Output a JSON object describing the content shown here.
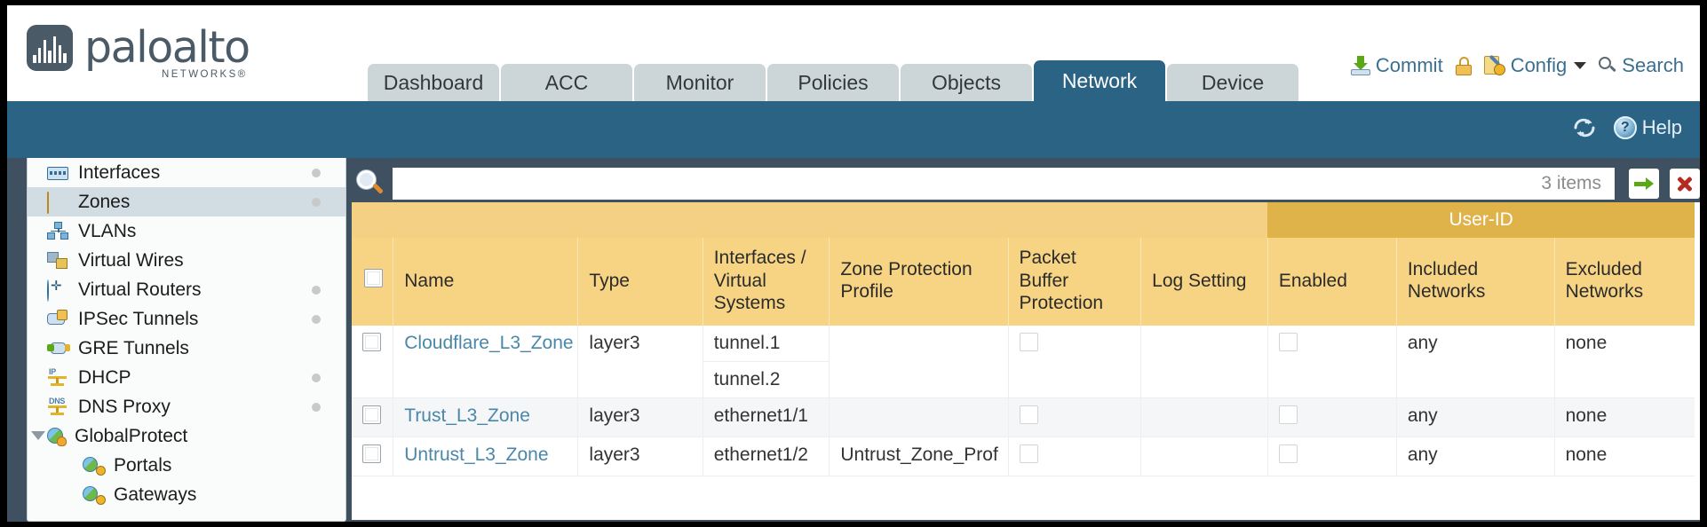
{
  "brand": {
    "name": "paloalto",
    "sub": "NETWORKS®"
  },
  "tabs": [
    {
      "label": "Dashboard",
      "active": false
    },
    {
      "label": "ACC",
      "active": false
    },
    {
      "label": "Monitor",
      "active": false
    },
    {
      "label": "Policies",
      "active": false
    },
    {
      "label": "Objects",
      "active": false
    },
    {
      "label": "Network",
      "active": true
    },
    {
      "label": "Device",
      "active": false
    }
  ],
  "header_actions": {
    "commit": "Commit",
    "config": "Config",
    "search": "Search",
    "lock_icon": "lock-icon",
    "commit_icon": "commit-icon",
    "config_icon": "config-icon",
    "search_icon": "search-icon"
  },
  "band": {
    "refresh_icon": "refresh-icon",
    "help_icon": "help-icon",
    "help": "Help"
  },
  "sidebar": {
    "items": [
      {
        "label": "Interfaces",
        "icon": "interfaces-icon",
        "dot": true,
        "selected": false,
        "child": false,
        "expander": false
      },
      {
        "label": "Zones",
        "icon": "zones-icon",
        "dot": true,
        "selected": true,
        "child": false,
        "expander": false
      },
      {
        "label": "VLANs",
        "icon": "vlans-icon",
        "dot": false,
        "selected": false,
        "child": false,
        "expander": false
      },
      {
        "label": "Virtual Wires",
        "icon": "virtual-wires-icon",
        "dot": false,
        "selected": false,
        "child": false,
        "expander": false
      },
      {
        "label": "Virtual Routers",
        "icon": "virtual-routers-icon",
        "dot": true,
        "selected": false,
        "child": false,
        "expander": false
      },
      {
        "label": "IPSec Tunnels",
        "icon": "ipsec-tunnels-icon",
        "dot": true,
        "selected": false,
        "child": false,
        "expander": false
      },
      {
        "label": "GRE Tunnels",
        "icon": "gre-tunnels-icon",
        "dot": false,
        "selected": false,
        "child": false,
        "expander": false
      },
      {
        "label": "DHCP",
        "icon": "dhcp-icon",
        "dot": true,
        "selected": false,
        "child": false,
        "expander": false
      },
      {
        "label": "DNS Proxy",
        "icon": "dns-proxy-icon",
        "dot": true,
        "selected": false,
        "child": false,
        "expander": false
      },
      {
        "label": "GlobalProtect",
        "icon": "globalprotect-icon",
        "dot": false,
        "selected": false,
        "child": false,
        "expander": true
      },
      {
        "label": "Portals",
        "icon": "portals-icon",
        "dot": false,
        "selected": false,
        "child": true,
        "expander": false
      },
      {
        "label": "Gateways",
        "icon": "gateways-icon",
        "dot": false,
        "selected": false,
        "child": true,
        "expander": false
      }
    ]
  },
  "filter": {
    "value": "",
    "placeholder": "",
    "item_count": "3 items",
    "search_icon": "search-icon",
    "apply_icon": "apply-filter-icon",
    "clear_icon": "clear-filter-icon"
  },
  "table": {
    "group_header": "User-ID",
    "columns": [
      "Name",
      "Type",
      "Interfaces / Virtual Systems",
      "Zone Protection Profile",
      "Packet Buffer Protection",
      "Log Setting",
      "Enabled",
      "Included Networks",
      "Excluded Networks"
    ],
    "rows": [
      {
        "name": "Cloudflare_L3_Zone",
        "type": "layer3",
        "interfaces": [
          "tunnel.1",
          "tunnel.2"
        ],
        "zone_protection_profile": "",
        "packet_buffer_protection": false,
        "log_setting": "",
        "userid_enabled": false,
        "included_networks": "any",
        "excluded_networks": "none"
      },
      {
        "name": "Trust_L3_Zone",
        "type": "layer3",
        "interfaces": [
          "ethernet1/1"
        ],
        "zone_protection_profile": "",
        "packet_buffer_protection": false,
        "log_setting": "",
        "userid_enabled": false,
        "included_networks": "any",
        "excluded_networks": "none"
      },
      {
        "name": "Untrust_L3_Zone",
        "type": "layer3",
        "interfaces": [
          "ethernet1/2"
        ],
        "zone_protection_profile": "Untrust_Zone_Prof",
        "packet_buffer_protection": false,
        "log_setting": "",
        "userid_enabled": false,
        "included_networks": "any",
        "excluded_networks": "none"
      }
    ]
  },
  "colors": {
    "brand_slate": "#4a5a66",
    "tab_active": "#2b6384",
    "tab_inactive": "#ccd6d9",
    "header_gold": "#f7d484",
    "group_gold": "#e0b34a",
    "link_blue": "#4a87a8"
  }
}
